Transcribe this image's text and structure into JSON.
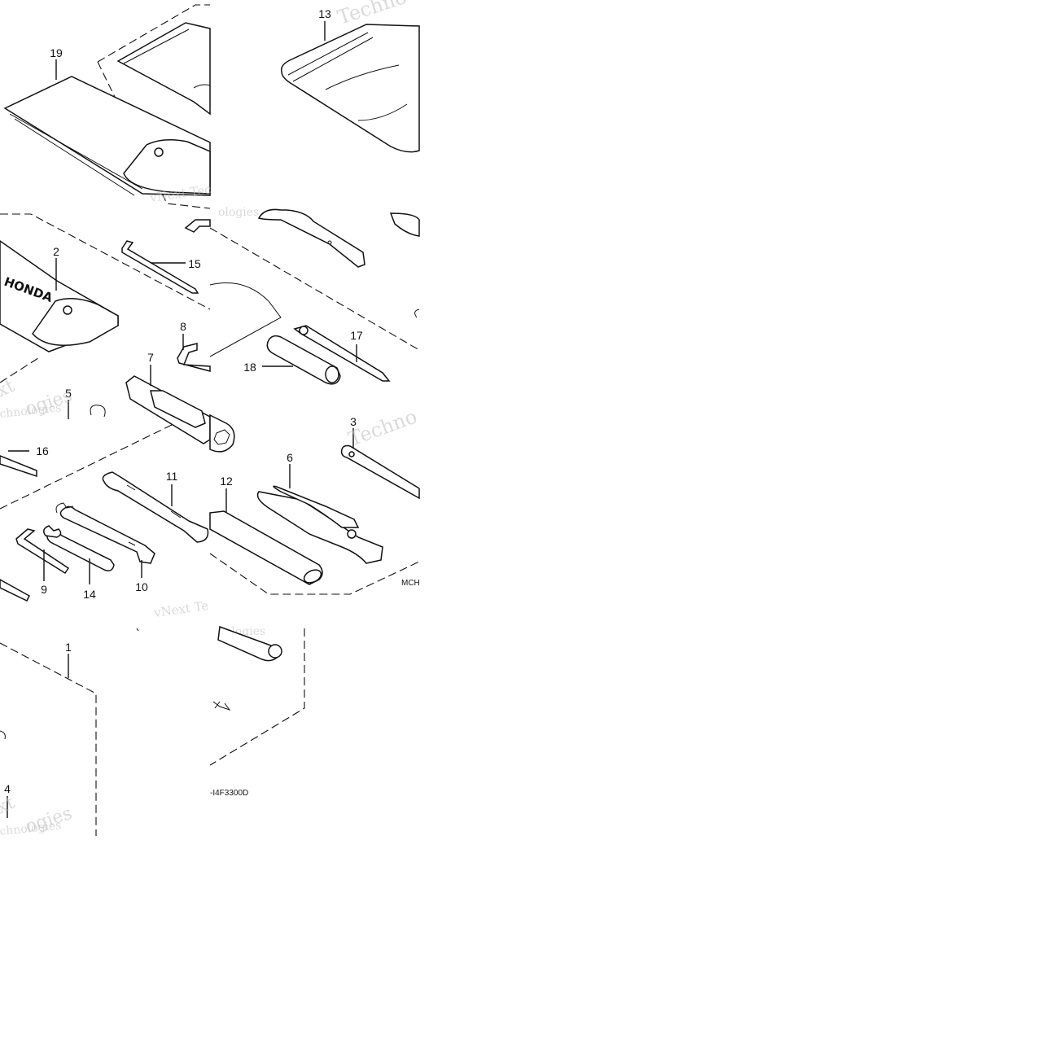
{
  "callouts": {
    "n1": "1",
    "n2": "2",
    "n3": "3",
    "n4": "4",
    "n5": "5",
    "n6": "6",
    "n7": "7",
    "n8": "8",
    "n9": "9",
    "n10": "10",
    "n11": "11",
    "n12": "12",
    "n13": "13",
    "n14": "14",
    "n15": "15",
    "n16": "16",
    "n17": "17",
    "n18": "18",
    "n19": "19"
  },
  "code_mid": "MCH",
  "code_bottom": "-I4F3300D",
  "watermarks": {
    "w1": "Techno",
    "w2": "vNext Tec",
    "w3": "ologies",
    "w4": "xt",
    "w5": "ogies",
    "w6": "chnologies",
    "w7": "Techno",
    "w8": "vNext Te",
    "w9": "ologies",
    "w10": "xt",
    "w11": "ogies",
    "w12": "chnologies"
  }
}
